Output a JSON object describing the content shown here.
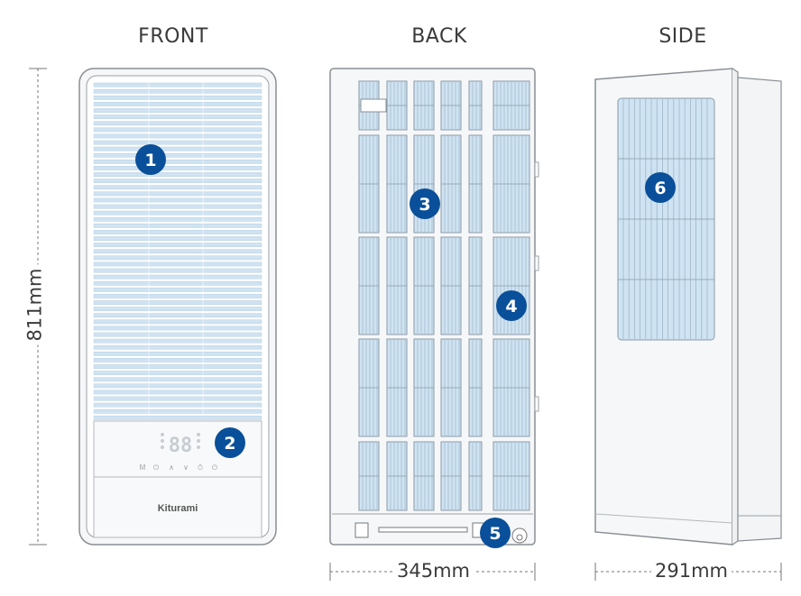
{
  "views": {
    "front": "FRONT",
    "back": "BACK",
    "side": "SIDE"
  },
  "dimensions": {
    "height": "811mm",
    "width": "345mm",
    "depth": "291mm"
  },
  "brand": "Kiturami",
  "display": {
    "digits": "88",
    "buttons": [
      "M",
      "⏻",
      "∧",
      "∨",
      "⏱",
      "⏻"
    ]
  },
  "callouts": [
    "1",
    "2",
    "3",
    "4",
    "5",
    "6"
  ],
  "colors": {
    "grille": "#cfe3f2",
    "outline": "#8a8f94",
    "badge": "#0a4f9a",
    "body": "#f4f5f6"
  }
}
